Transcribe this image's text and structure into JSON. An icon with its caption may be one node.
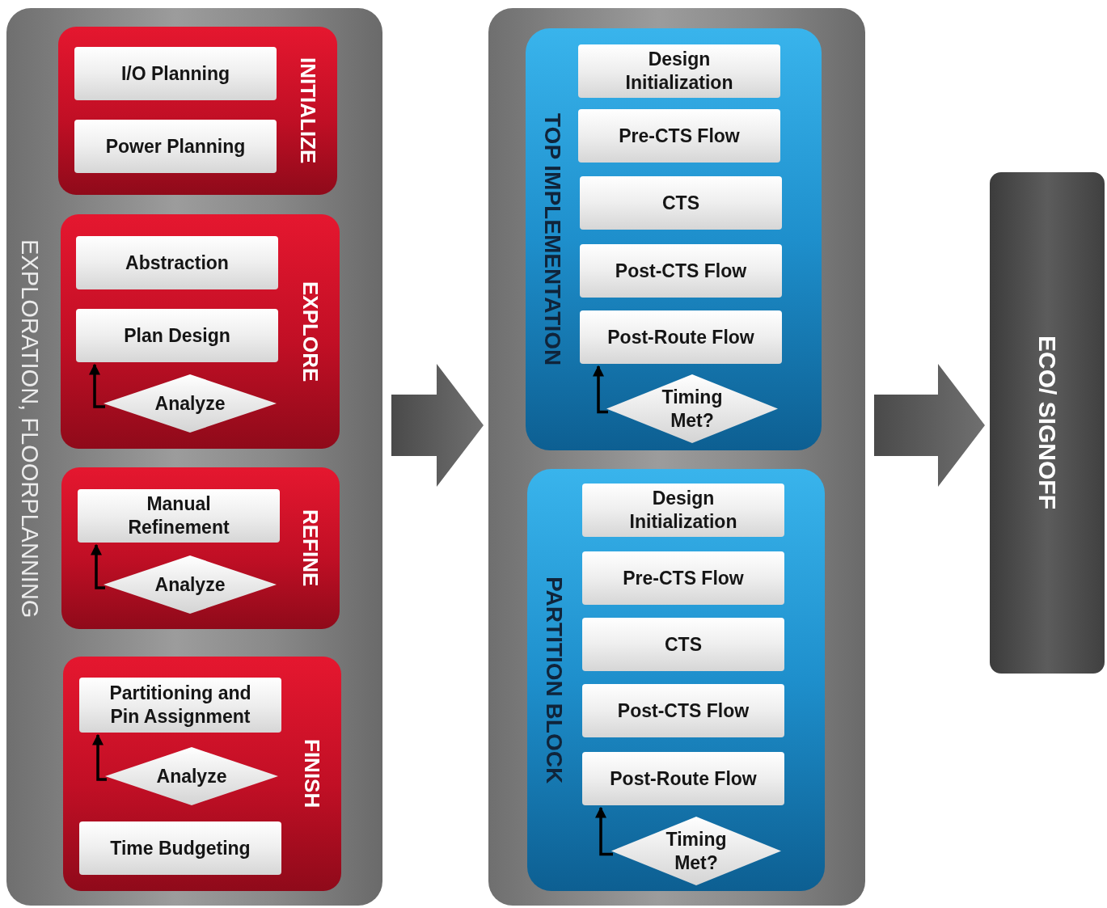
{
  "diagram": {
    "nodes": [
      {
        "text": [
          "EXPLORATION, FLOORPLANNING"
        ]
      },
      {
        "text": [
          "INITIALIZE"
        ],
        "in": 0
      },
      {
        "text": [
          "I/O Planning"
        ],
        "in": 1
      },
      {
        "text": [
          "Power Planning"
        ],
        "in": 1
      },
      {
        "text": [
          "EXPLORE"
        ],
        "in": 0
      },
      {
        "text": [
          "Abstraction"
        ],
        "in": 4
      },
      {
        "text": [
          "Plan Design"
        ],
        "in": 4
      },
      {
        "text": [
          "Analyze"
        ],
        "in": 4
      },
      {
        "text": [
          "REFINE"
        ],
        "in": 0
      },
      {
        "text": [
          "Manual Refinement"
        ],
        "in": 8
      },
      {
        "text": [
          "Analyze"
        ],
        "in": 8
      },
      {
        "text": [
          "FINISH"
        ],
        "in": 0
      },
      {
        "text": [
          "Partitioning and Pin Assignment"
        ],
        "in": 11
      },
      {
        "text": [
          "Analyze"
        ],
        "in": 11
      },
      {
        "text": [
          "Time Budgeting"
        ],
        "in": 11
      },
      {
        "text": [],
        "shape": "box"
      },
      {
        "text": [
          "TOP IMPLEMENTATION"
        ],
        "in": 15
      },
      {
        "text": [
          "Design Initialization"
        ],
        "in": 16
      },
      {
        "text": [
          "Pre-CTS Flow"
        ],
        "in": 16
      },
      {
        "text": [
          "CTS"
        ],
        "in": 16
      },
      {
        "text": [
          "Post-CTS Flow"
        ],
        "in": 16
      },
      {
        "text": [
          "Post-Route Flow"
        ],
        "in": 16
      },
      {
        "text": [
          "Timing Met?"
        ],
        "in": 16
      },
      {
        "text": [
          "PARTITION BLOCK"
        ],
        "in": 15
      },
      {
        "text": [
          "Design Initialization"
        ],
        "in": 23
      },
      {
        "text": [
          "Pre-CTS Flow"
        ],
        "in": 23
      },
      {
        "text": [
          "CTS"
        ],
        "in": 23
      },
      {
        "text": [
          "Post-CTS Flow"
        ],
        "in": 23
      },
      {
        "text": [
          "Post-Route Flow"
        ],
        "in": 23
      },
      {
        "text": [
          "Timing Met?"
        ],
        "in": 23
      },
      {
        "text": [
          "ECO/ SIGNOFF"
        ]
      }
    ],
    "edges": [
      {
        "from": 0,
        "to": 15,
        "arrow": "to",
        "style": "thick"
      },
      {
        "from": 15,
        "to": 30,
        "arrow": "to",
        "style": "thick"
      },
      {
        "from": 7,
        "to": 6,
        "arrow": "to"
      },
      {
        "from": 10,
        "to": 9,
        "arrow": "to"
      },
      {
        "from": 13,
        "to": 12,
        "arrow": "to"
      },
      {
        "from": 22,
        "to": 21,
        "arrow": "to"
      },
      {
        "from": 29,
        "to": 28,
        "arrow": "to"
      }
    ]
  }
}
